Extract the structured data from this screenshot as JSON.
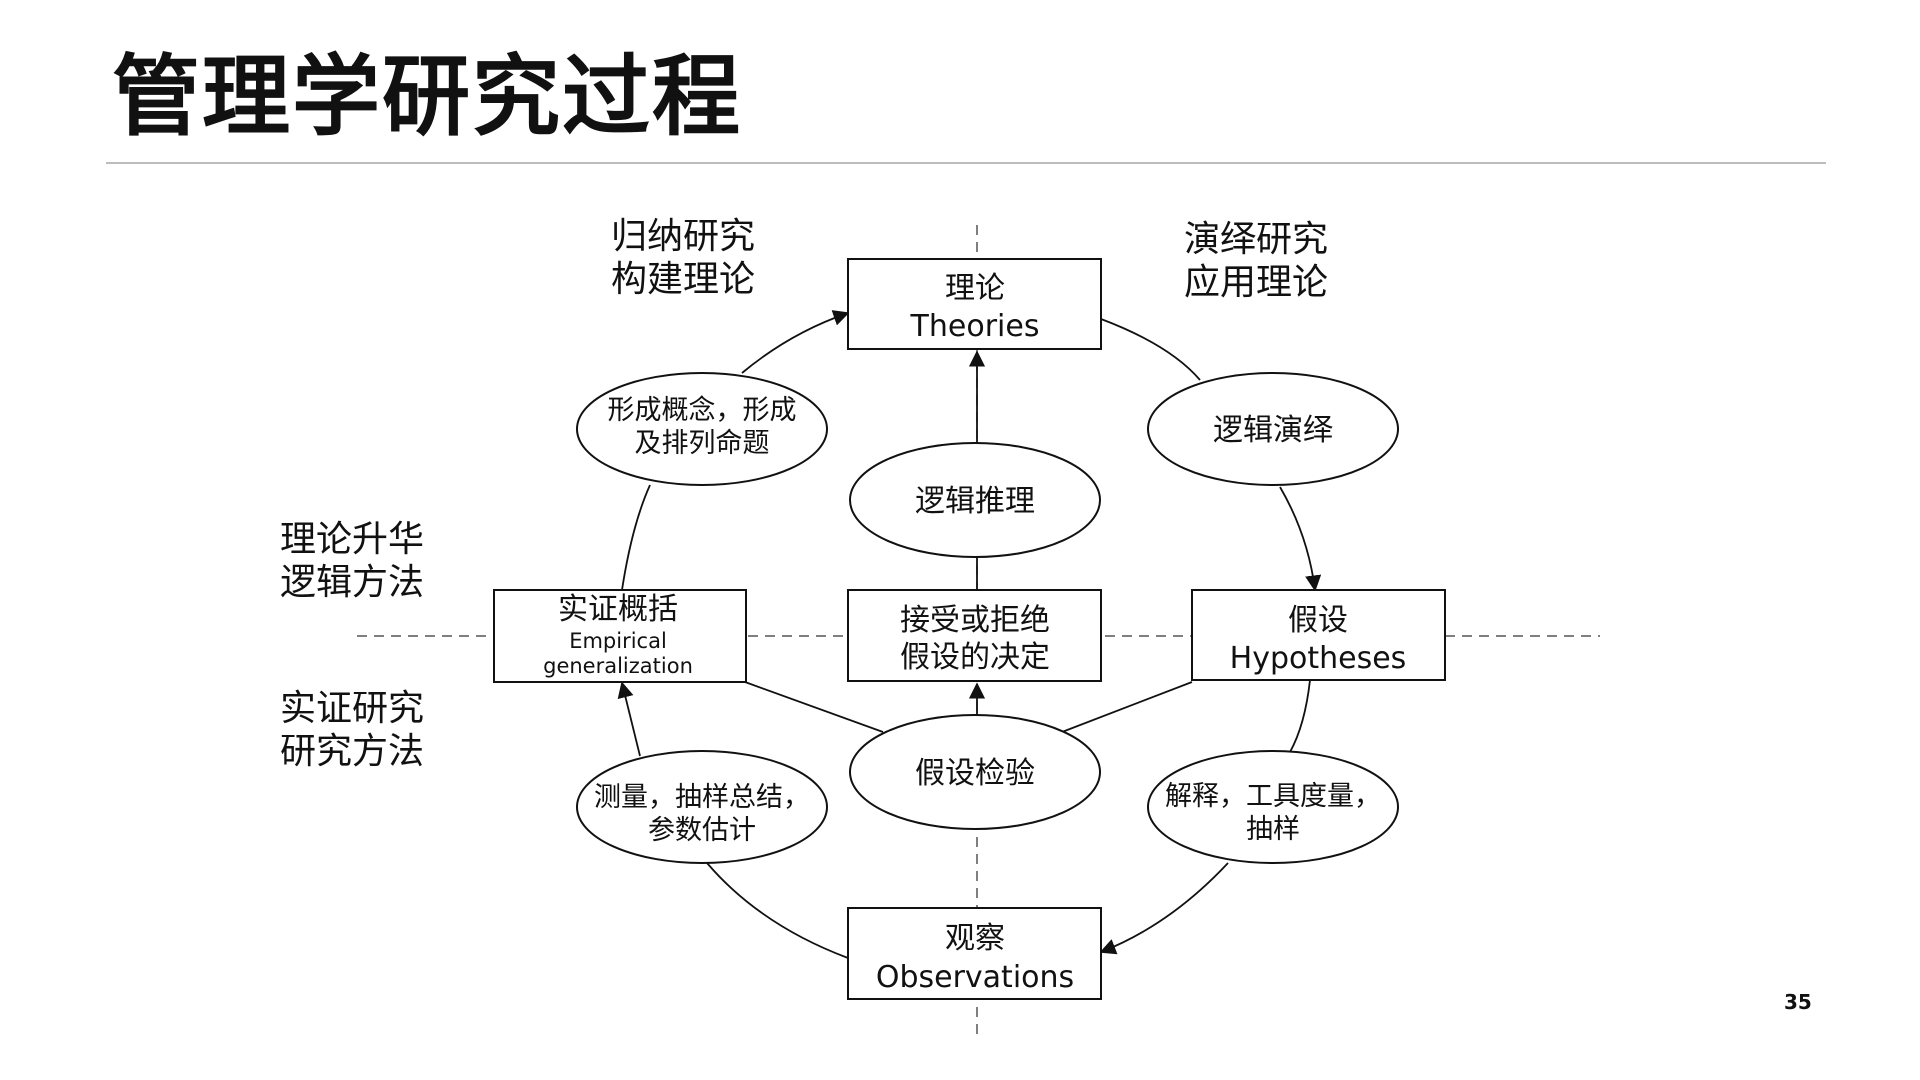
{
  "slide": {
    "title": "管理学研究过程",
    "page_number": "35"
  },
  "quadrants": {
    "top_left": [
      "归纳研究",
      "构建理论"
    ],
    "top_right": [
      "演绎研究",
      "应用理论"
    ],
    "mid_left_upper": [
      "理论升华",
      "逻辑方法"
    ],
    "mid_left_lower": [
      "实证研究",
      "研究方法"
    ]
  },
  "boxes": {
    "theories": [
      "理论",
      "Theories"
    ],
    "hypotheses": [
      "假设",
      "Hypotheses"
    ],
    "observations": [
      "观察",
      "Observations"
    ],
    "empirical": [
      "实证概括",
      "Empirical",
      "generalization"
    ],
    "decision": [
      "接受或拒绝",
      "假设的决定"
    ]
  },
  "ellipses": {
    "concepts": [
      "形成概念，形成",
      "及排列命题"
    ],
    "deduction": [
      "逻辑演绎"
    ],
    "inference": [
      "逻辑推理"
    ],
    "testing": [
      "假设检验"
    ],
    "measurement_left": [
      "测量，抽样总结，",
      "参数估计"
    ],
    "measurement_right": [
      "解释，工具度量，",
      "抽样"
    ]
  }
}
